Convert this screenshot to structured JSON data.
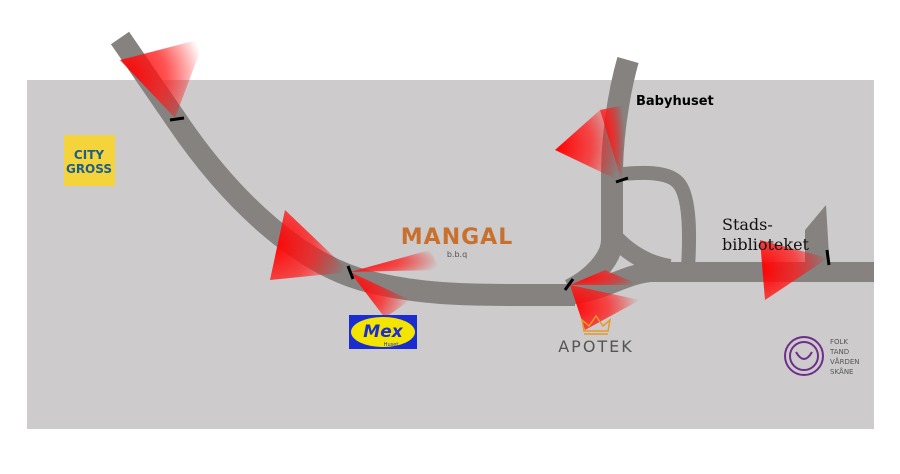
{
  "map": {
    "background_color": "#cdcbcb",
    "road_color": "#858280",
    "camera_color": "#ff0000"
  },
  "labels": {
    "babyhuset": "Babyhuset",
    "stadsbibliotek_line1": "Stads-",
    "stadsbibliotek_line2": "biblioteket"
  },
  "logos": {
    "citygross": {
      "line1": "CITY",
      "line2": "GROSS",
      "bg": "#f5d33a",
      "fg": "#1c5f8a"
    },
    "mangal": {
      "name": "MANGAL",
      "sub": "b.b.q",
      "color": "#c8702d"
    },
    "mex": {
      "name": "Mex",
      "sub": "Huset",
      "bg": "#1b2dd0",
      "fg": "#f4e500"
    },
    "apotek": {
      "name": "APOTEK",
      "color": "#555555",
      "crown_color": "#e39a2b"
    },
    "folktandvarden": {
      "line1": "FOLK",
      "line2": "TAND",
      "line3": "VÅRDEN",
      "line4": "SKÅNE",
      "color": "#6d2f8a"
    }
  },
  "cameras": [
    {
      "id": "top-left"
    },
    {
      "id": "curve-middle"
    },
    {
      "id": "junction-apotek"
    },
    {
      "id": "babyhuset-road"
    },
    {
      "id": "bibliotek-right"
    }
  ]
}
